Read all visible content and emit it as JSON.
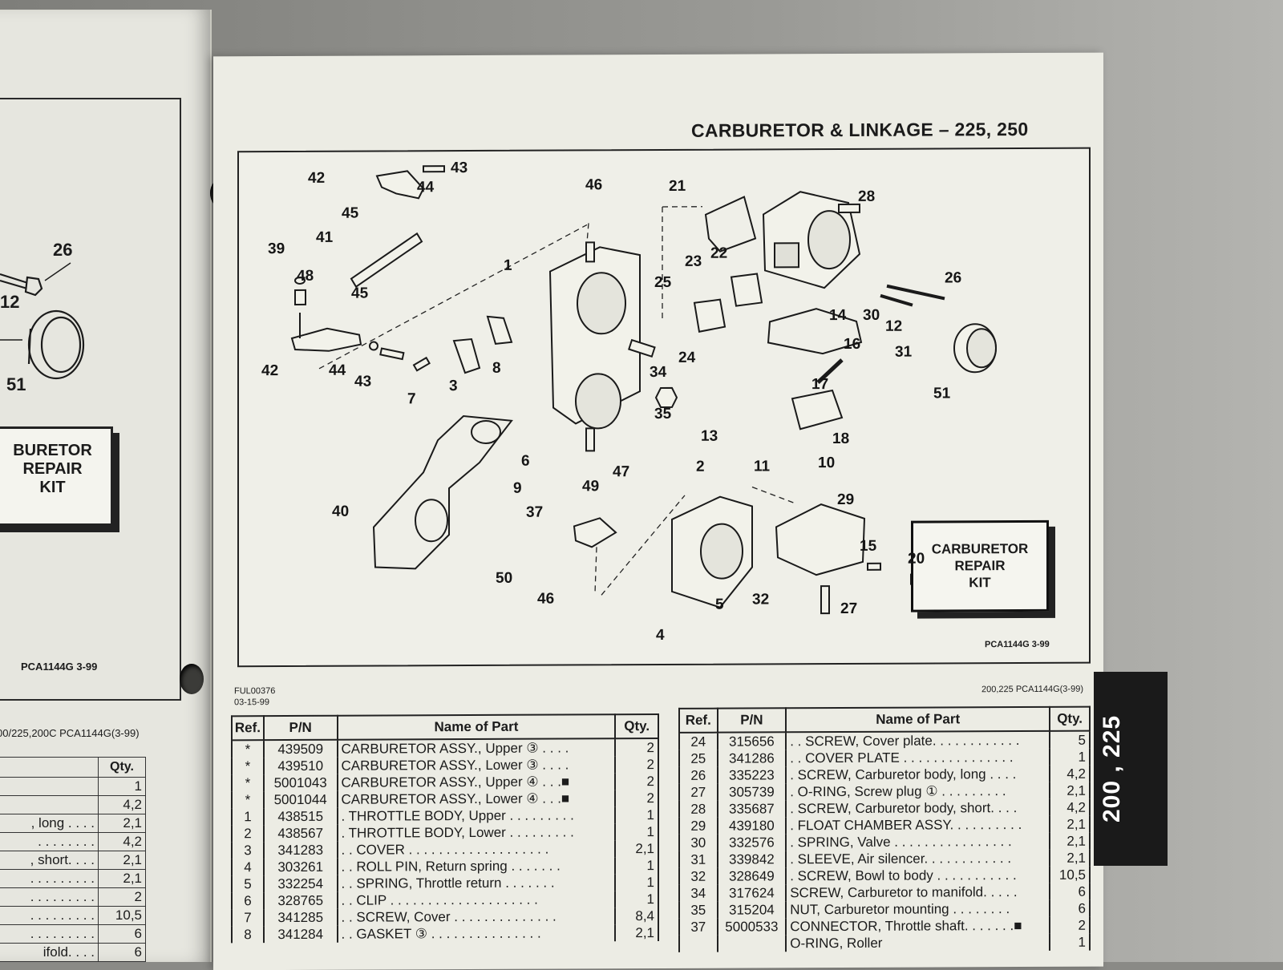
{
  "left_page": {
    "callouts": [
      "26",
      "12",
      "51"
    ],
    "kit_lines": [
      "BURETOR",
      "REPAIR",
      "KIT"
    ],
    "figure_code": "PCA1144G   3-99",
    "table_caption": "00/225,200C PCA1144G(3-99)",
    "qty_header": "Qty.",
    "rows": [
      {
        "name": "",
        "qty": "1"
      },
      {
        "name": "",
        "qty": "4,2"
      },
      {
        "name": ", long . . . .",
        "qty": "2,1"
      },
      {
        "name": ". . . . . . . .",
        "qty": "4,2"
      },
      {
        "name": ", short. . . .",
        "qty": "2,1"
      },
      {
        "name": ". . . . . . . . .",
        "qty": "2,1"
      },
      {
        "name": ". . . . . . . . .",
        "qty": "2"
      },
      {
        "name": ". . . . . . . . .",
        "qty": "10,5"
      },
      {
        "name": ". . . . . . . . .",
        "qty": "6"
      },
      {
        "name": "ifold. . . .",
        "qty": "6"
      }
    ]
  },
  "header": {
    "title": "CARBURETOR & LINKAGE – 225, 250"
  },
  "diagram": {
    "figure_code": "PCA1144G   3-99",
    "kit_label": [
      "CARBURETOR",
      "REPAIR",
      "KIT"
    ],
    "callouts": [
      "42",
      "43",
      "44",
      "46",
      "45",
      "41",
      "39",
      "48",
      "1",
      "45",
      "42",
      "44",
      "43",
      "7",
      "3",
      "8",
      "21",
      "28",
      "22",
      "23",
      "26",
      "25",
      "14",
      "30",
      "12",
      "16",
      "31",
      "24",
      "34",
      "17",
      "35",
      "51",
      "18",
      "13",
      "10",
      "11",
      "6",
      "9",
      "49",
      "47",
      "40",
      "37",
      "2",
      "29",
      "15",
      "20",
      "50",
      "46",
      "5",
      "32",
      "27",
      "4"
    ]
  },
  "footer_codes": {
    "left": "FUL00376",
    "date": "03-15-99",
    "right": "200,225 PCA1144G(3-99)"
  },
  "side_tab": "200 , 225",
  "table_headers": {
    "ref": "Ref.",
    "pn": "P/N",
    "name": "Name of Part",
    "qty": "Qty."
  },
  "table_left": [
    {
      "ref": "*",
      "pn": "439509",
      "name": "CARBURETOR ASSY., Upper ③ . . . .",
      "qty": "2"
    },
    {
      "ref": "*",
      "pn": "439510",
      "name": "CARBURETOR ASSY., Lower ③ . . . .",
      "qty": "2"
    },
    {
      "ref": "*",
      "pn": "5001043",
      "name": "CARBURETOR ASSY., Upper ④ . . .■",
      "qty": "2"
    },
    {
      "ref": "*",
      "pn": "5001044",
      "name": "CARBURETOR ASSY., Lower ④ . . .■",
      "qty": "2"
    },
    {
      "ref": "1",
      "pn": "438515",
      "name": ". THROTTLE BODY, Upper . . . . . . . . .",
      "qty": "1"
    },
    {
      "ref": "2",
      "pn": "438567",
      "name": ". THROTTLE BODY, Lower . . . . . . . . .",
      "qty": "1"
    },
    {
      "ref": "3",
      "pn": "341283",
      "name": ". . COVER . . . . . . . . . . . . . . . . . . .",
      "qty": "2,1"
    },
    {
      "ref": "4",
      "pn": "303261",
      "name": ". . ROLL PIN, Return spring . . . . . . .",
      "qty": "1"
    },
    {
      "ref": "5",
      "pn": "332254",
      "name": ". . SPRING, Throttle return . . . . . . .",
      "qty": "1"
    },
    {
      "ref": "6",
      "pn": "328765",
      "name": ". . CLIP . . . . . . . . . . . . . . . . . . . .",
      "qty": "1"
    },
    {
      "ref": "7",
      "pn": "341285",
      "name": ". . SCREW, Cover . . . . . . . . . . . . . .",
      "qty": "8,4"
    },
    {
      "ref": "8",
      "pn": "341284",
      "name": ". . GASKET ③ . . . . . . . . . . . . . . .",
      "qty": "2,1"
    }
  ],
  "table_right": [
    {
      "ref": "24",
      "pn": "315656",
      "name": ". . SCREW, Cover plate. . . . . . . . . . . .",
      "qty": "5"
    },
    {
      "ref": "25",
      "pn": "341286",
      "name": ". . COVER PLATE . . . . . . . . . . . . . . .",
      "qty": "1"
    },
    {
      "ref": "26",
      "pn": "335223",
      "name": ". SCREW, Carburetor body, long . . . .",
      "qty": "4,2"
    },
    {
      "ref": "27",
      "pn": "305739",
      "name": ". O-RING, Screw plug ① . . . . . . . . .",
      "qty": "2,1"
    },
    {
      "ref": "28",
      "pn": "335687",
      "name": ". SCREW, Carburetor body, short. . . .",
      "qty": "4,2"
    },
    {
      "ref": "29",
      "pn": "439180",
      "name": ". FLOAT CHAMBER ASSY. . . . . . . . . .",
      "qty": "2,1"
    },
    {
      "ref": "30",
      "pn": "332576",
      "name": ". SPRING, Valve . . . . . . . . . . . . . . . .",
      "qty": "2,1"
    },
    {
      "ref": "31",
      "pn": "339842",
      "name": ". SLEEVE, Air silencer. . . . . . . . . . . .",
      "qty": "2,1"
    },
    {
      "ref": "32",
      "pn": "328649",
      "name": ". SCREW, Bowl to body . . . . . . . . . . .",
      "qty": "10,5"
    },
    {
      "ref": "34",
      "pn": "317624",
      "name": "SCREW, Carburetor to manifold. . . . .",
      "qty": "6"
    },
    {
      "ref": "35",
      "pn": "315204",
      "name": "NUT, Carburetor mounting . . . . . . . .",
      "qty": "6"
    },
    {
      "ref": "37",
      "pn": "5000533",
      "name": "CONNECTOR, Throttle shaft. . . . . . .■",
      "qty": "2"
    },
    {
      "ref": "",
      "pn": "",
      "name": "O-RING, Roller",
      "qty": "1"
    }
  ]
}
